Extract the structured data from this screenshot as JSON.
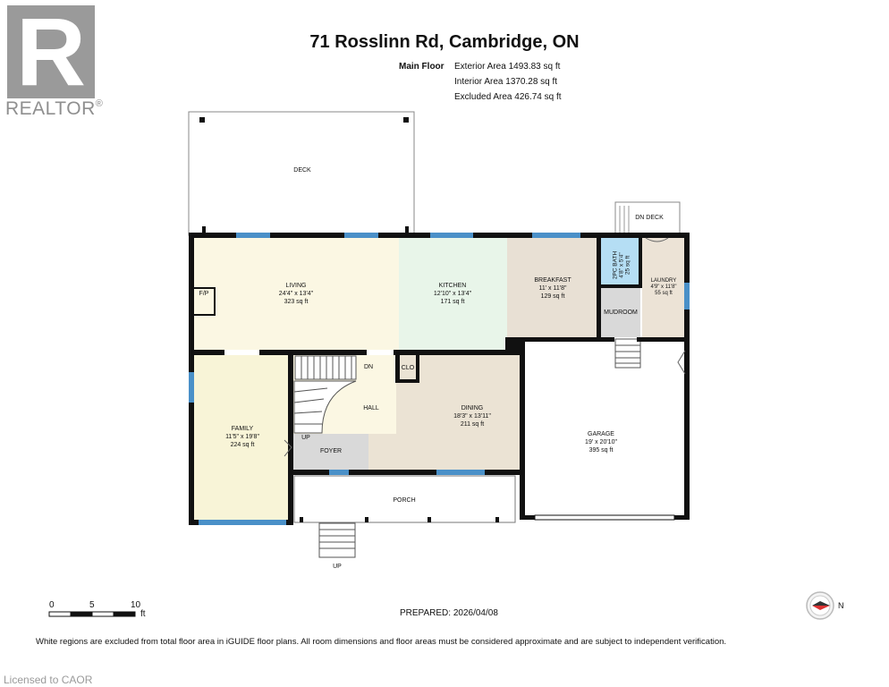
{
  "brand": {
    "logo_letter": "R",
    "name": "REALTOR",
    "mark": "®"
  },
  "header": {
    "title": "71 Rosslinn Rd, Cambridge, ON",
    "floor": "Main Floor",
    "areas": [
      "Exterior Area 1493.83 sq ft",
      "Interior Area 1370.28 sq ft",
      "Excluded Area 426.74 sq ft"
    ]
  },
  "rooms": {
    "deck": {
      "name": "DECK"
    },
    "dn_deck": {
      "name": "DN DECK"
    },
    "living": {
      "name": "LIVING",
      "dims": "24'4\" x 13'4\"",
      "area": "323 sq ft"
    },
    "fp": {
      "name": "F/P"
    },
    "kitchen": {
      "name": "KITCHEN",
      "dims": "12'10\" x 13'4\"",
      "area": "171 sq ft"
    },
    "breakfast": {
      "name": "BREAKFAST",
      "dims": "11' x 11'8\"",
      "area": "129 sq ft"
    },
    "bath": {
      "name": "2PC BATH",
      "dims": "4'8\" x 5'4\"",
      "area": "25 sq ft"
    },
    "laundry": {
      "name": "LAUNDRY",
      "dims": "4'9\" x 11'8\"",
      "area": "55 sq ft"
    },
    "mudroom": {
      "name": "MUDROOM"
    },
    "family": {
      "name": "FAMILY",
      "dims": "11'5\" x 19'8\"",
      "area": "224 sq ft"
    },
    "hall": {
      "name": "HALL"
    },
    "dn": {
      "name": "DN"
    },
    "clo": {
      "name": "CLO"
    },
    "up_stair": {
      "name": "UP"
    },
    "foyer": {
      "name": "FOYER"
    },
    "dining": {
      "name": "DINING",
      "dims": "18'3\" x 13'11\"",
      "area": "211 sq ft"
    },
    "garage": {
      "name": "GARAGE",
      "dims": "19' x 20'10\"",
      "area": "395 sq ft"
    },
    "porch": {
      "name": "PORCH"
    },
    "up_porch": {
      "name": "UP"
    }
  },
  "scale": {
    "ticks": [
      "0",
      "5",
      "10"
    ],
    "unit": "ft"
  },
  "compass": {
    "label": "N"
  },
  "prepared": "PREPARED: 2026/04/08",
  "disclaimer": "White regions are excluded from total floor area in iGUIDE floor plans. All room dimensions and floor areas must be considered approximate and are subject to independent verification.",
  "licensed": "Licensed to CAOR",
  "colors": {
    "living": "#fbf7e3",
    "kitchen": "#e8f5e9",
    "breakfast": "#e8e0d4",
    "bath": "#b5def4",
    "laundry": "#ece3d6",
    "mudroom": "#d9d9d9",
    "family": "#f8f4d7",
    "hall": "#fbf7e3",
    "foyer": "#d9d9d9",
    "dining": "#ebe3d4",
    "window": "#4a90c8",
    "wall": "#111111"
  }
}
